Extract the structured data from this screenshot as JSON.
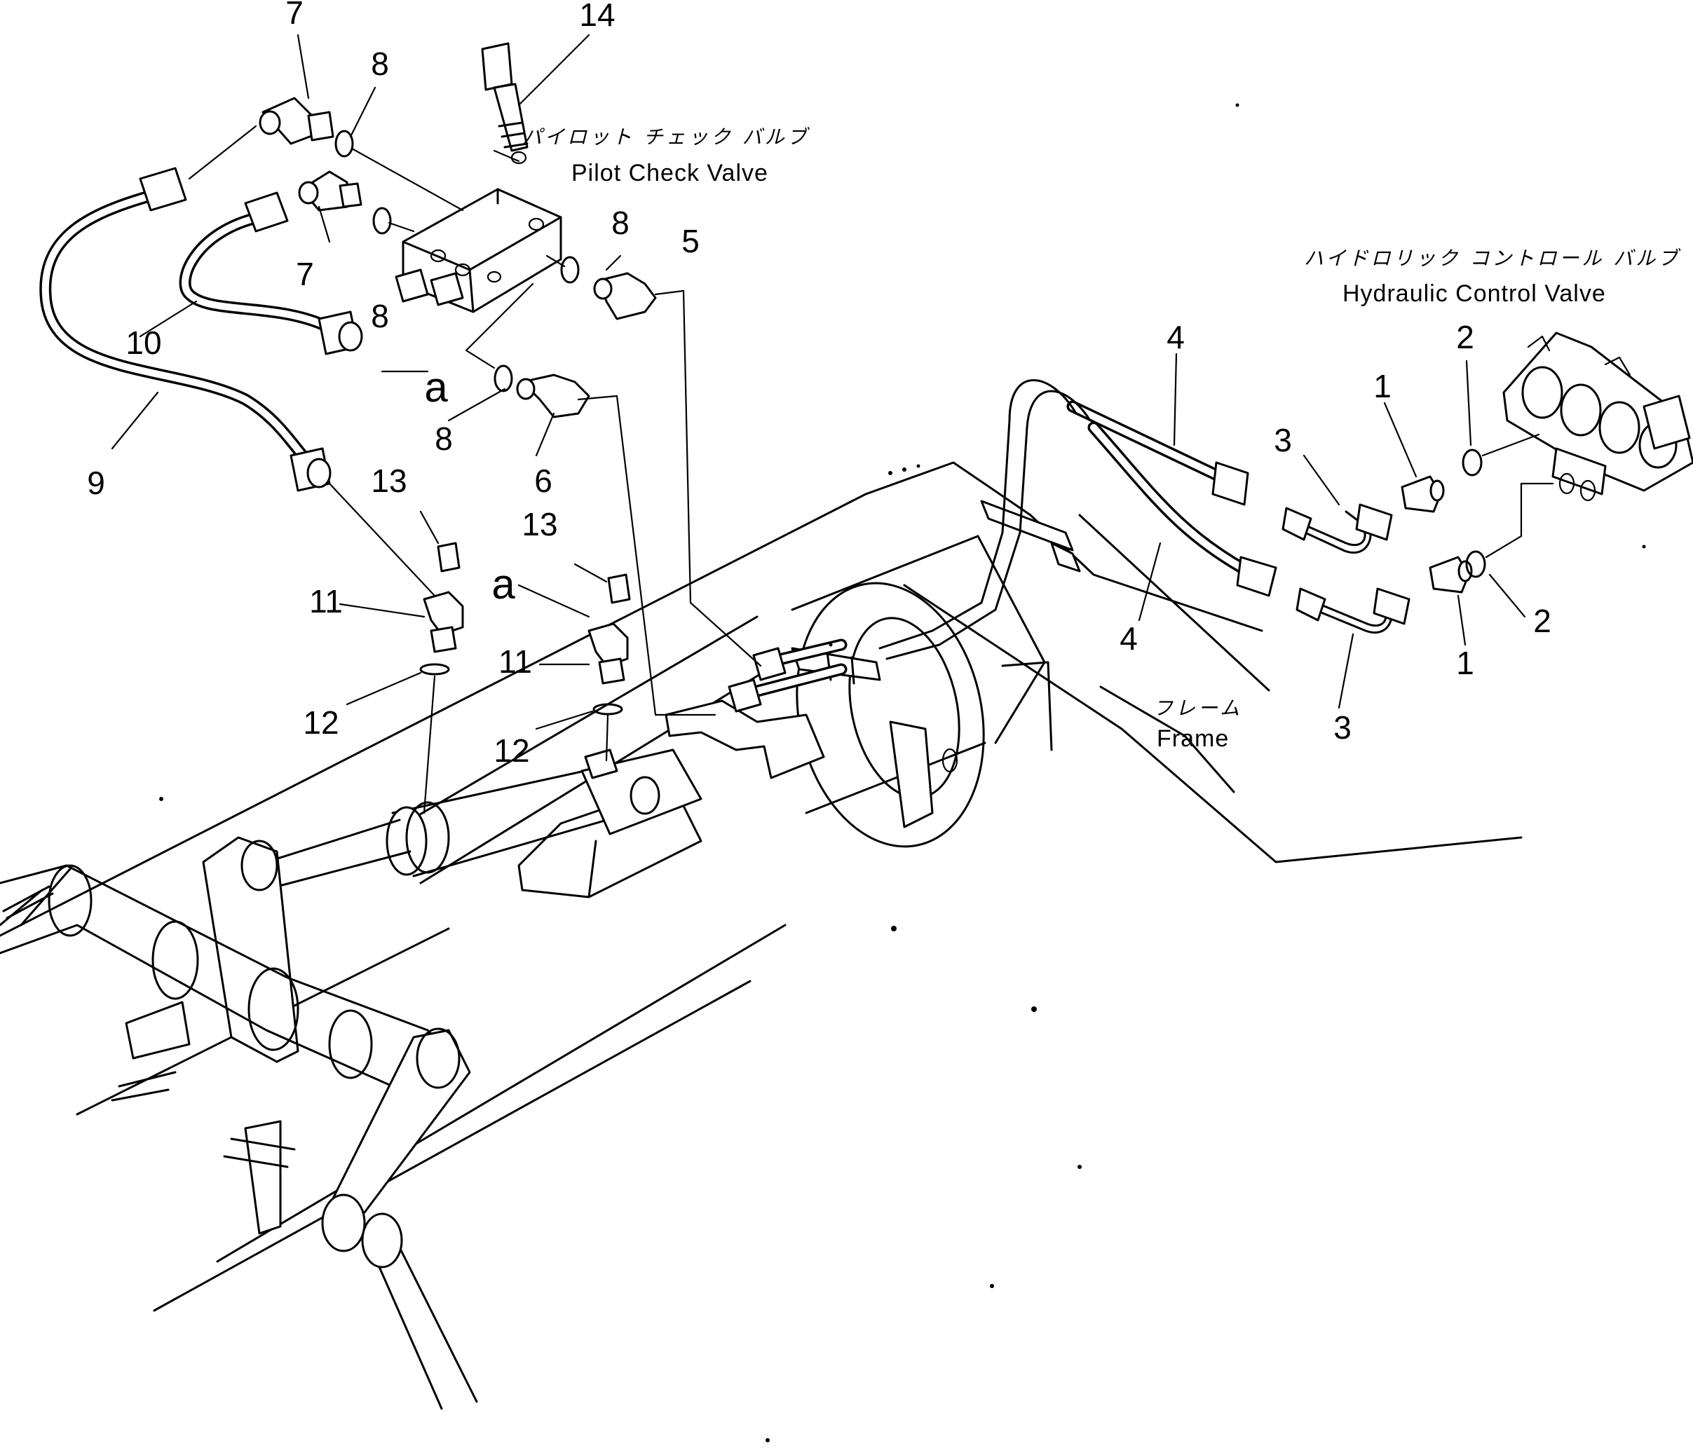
{
  "labels": {
    "pilot_check_valve_jp": "パイロット チェック バルブ",
    "pilot_check_valve_en": "Pilot Check Valve",
    "hydraulic_control_valve_jp": "ハイドロリック コントロール バルブ",
    "hydraulic_control_valve_en": "Hydraulic Control Valve",
    "frame_jp": "フレーム",
    "frame_en": "Frame"
  },
  "callouts": [
    {
      "id": "c7a",
      "text": "7"
    },
    {
      "id": "c14",
      "text": "14"
    },
    {
      "id": "c8a",
      "text": "8"
    },
    {
      "id": "c8b",
      "text": "8"
    },
    {
      "id": "c8c",
      "text": "8"
    },
    {
      "id": "c8d",
      "text": "8"
    },
    {
      "id": "c7b",
      "text": "7"
    },
    {
      "id": "c5",
      "text": "5"
    },
    {
      "id": "c10",
      "text": "10"
    },
    {
      "id": "ca1",
      "text": "a"
    },
    {
      "id": "c6",
      "text": "6"
    },
    {
      "id": "c9",
      "text": "9"
    },
    {
      "id": "c13a",
      "text": "13"
    },
    {
      "id": "c13b",
      "text": "13"
    },
    {
      "id": "ca2",
      "text": "a"
    },
    {
      "id": "c11a",
      "text": "11"
    },
    {
      "id": "c11b",
      "text": "11"
    },
    {
      "id": "c12a",
      "text": "12"
    },
    {
      "id": "c12b",
      "text": "12"
    },
    {
      "id": "c4a",
      "text": "4"
    },
    {
      "id": "c4b",
      "text": "4"
    },
    {
      "id": "c3a",
      "text": "3"
    },
    {
      "id": "c3b",
      "text": "3"
    },
    {
      "id": "c1a",
      "text": "1"
    },
    {
      "id": "c1b",
      "text": "1"
    },
    {
      "id": "c2a",
      "text": "2"
    },
    {
      "id": "c2b",
      "text": "2"
    }
  ]
}
